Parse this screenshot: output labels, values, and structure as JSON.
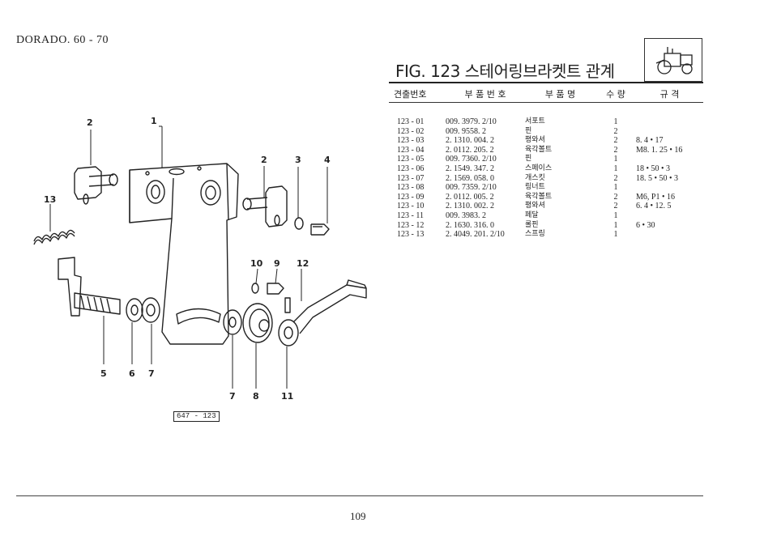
{
  "header": {
    "model": "DORADO. 60 - 70",
    "fig_title": "FIG. 123 스테어링브라켓트 관계"
  },
  "table": {
    "columns": [
      "견출번호",
      "부 품 번 호",
      "부 품 명",
      "수 량",
      "규 격"
    ],
    "rows": [
      {
        "no": "123 - 01",
        "part": "009. 3979. 2/10",
        "name": "서포트",
        "qty": "1",
        "spec": ""
      },
      {
        "no": "123 - 02",
        "part": "009. 9558. 2",
        "name": "핀",
        "qty": "2",
        "spec": ""
      },
      {
        "no": "123 - 03",
        "part": "2. 1310. 004. 2",
        "name": "평와셔",
        "qty": "2",
        "spec": "8. 4 • 17"
      },
      {
        "no": "123 - 04",
        "part": "2. 0112. 205. 2",
        "name": "육각볼트",
        "qty": "2",
        "spec": "M8. 1. 25 • 16"
      },
      {
        "no": "123 - 05",
        "part": "009. 7360. 2/10",
        "name": "핀",
        "qty": "1",
        "spec": ""
      },
      {
        "no": "123 - 06",
        "part": "2. 1549. 347. 2",
        "name": "스페이스",
        "qty": "1",
        "spec": "18 • 50 • 3"
      },
      {
        "no": "123 - 07",
        "part": "2. 1569. 058. 0",
        "name": "개스킷",
        "qty": "2",
        "spec": "18. 5 • 50 • 3"
      },
      {
        "no": "123 - 08",
        "part": "009. 7359. 2/10",
        "name": "링너트",
        "qty": "1",
        "spec": ""
      },
      {
        "no": "123 - 09",
        "part": "2. 0112. 005. 2",
        "name": "육각볼트",
        "qty": "2",
        "spec": "M6, P1 • 16"
      },
      {
        "no": "123 - 10",
        "part": "2. 1310. 002. 2",
        "name": "평와셔",
        "qty": "2",
        "spec": "6. 4 • 12. 5"
      },
      {
        "no": "123 - 11",
        "part": "009. 3983. 2",
        "name": "페달",
        "qty": "1",
        "spec": ""
      },
      {
        "no": "123 - 12",
        "part": "2. 1630. 316. 0",
        "name": "롤핀",
        "qty": "1",
        "spec": "6 • 30"
      },
      {
        "no": "123 - 13",
        "part": "2. 4049. 201. 2/10",
        "name": "스프링",
        "qty": "1",
        "spec": ""
      }
    ]
  },
  "diagram": {
    "callouts": {
      "c1": "1",
      "c2": "2",
      "c2b": "2",
      "c3": "3",
      "c4": "4",
      "c13": "13",
      "c10": "10",
      "c9": "9",
      "c12": "12",
      "c5": "5",
      "c6": "6",
      "c7": "7",
      "c7b": "7",
      "c8": "8",
      "c11": "11"
    },
    "ref_label": "647 - 123"
  },
  "footer": {
    "page_number": "109"
  },
  "icons": [
    "tractor-icon"
  ]
}
